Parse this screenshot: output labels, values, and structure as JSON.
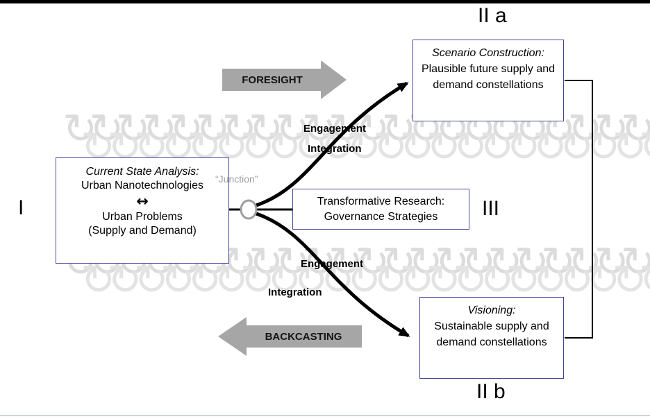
{
  "figure": {
    "stage_labels": {
      "left": "I",
      "top_right": "II a",
      "middle_right": "III",
      "bottom_right": "II b"
    },
    "process_arrows": {
      "foresight": "FORESIGHT",
      "backcasting": "BACKCASTING"
    },
    "band_labels": {
      "engagement_top": "Engagement",
      "integration_top": "Integration",
      "engagement_bottom": "Engagement",
      "integration_bottom": "Integration"
    },
    "junction_label": "“Junction”",
    "boxes": {
      "current_state": {
        "title": "Current State Analysis:",
        "line1": "Urban Nanotechnologies",
        "arrow_glyph": "↔",
        "line2": "Urban Problems",
        "line3": "(Supply and Demand)"
      },
      "scenario_construction": {
        "title": "Scenario Construction:",
        "body": "Plausible future supply and demand constellations"
      },
      "transformative_research": {
        "line1": "Transformative Research:",
        "line2": "Governance Strategies"
      },
      "visioning": {
        "title": "Visioning:",
        "body": "Sustainable supply and demand constellations"
      }
    },
    "decor": {
      "coil_row": "↻↻↻↻↻↻↻↻↻↻↻↻↻↻↻↻↻↻↻↻↻↻↻"
    },
    "colors": {
      "box_border": "#44449a",
      "block_arrow_gray": "#a6a6a6",
      "coil_gray": "#dcdcdc",
      "junction_gray": "#9d9d9d",
      "connector_black": "#000000"
    }
  }
}
